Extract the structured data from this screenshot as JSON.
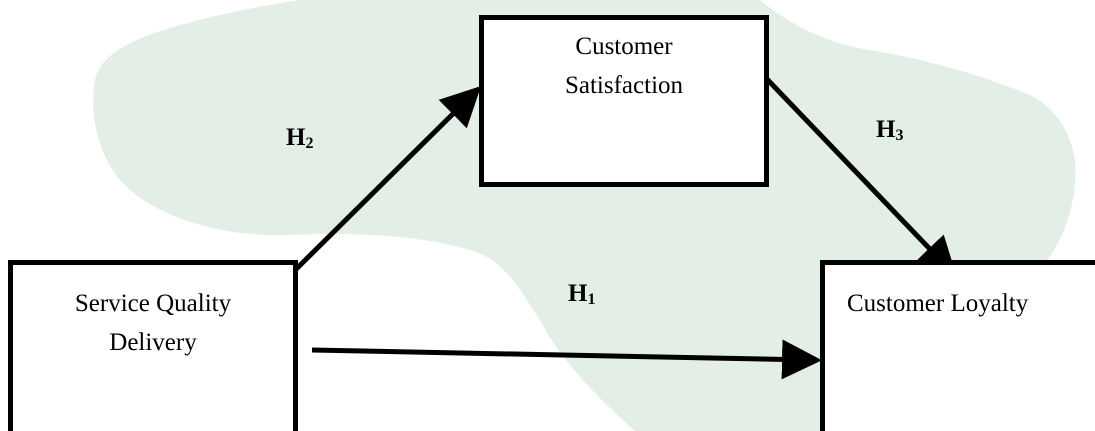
{
  "colors": {
    "background": "#ffffff",
    "map_shape": "#d3e5d8",
    "stroke": "#000000"
  },
  "nodes": {
    "customer_satisfaction": {
      "line1": "Customer",
      "line2": "Satisfaction"
    },
    "service_quality_delivery": {
      "line1": "Service Quality",
      "line2": "Delivery"
    },
    "customer_loyalty": {
      "label": "Customer Loyalty"
    }
  },
  "hypotheses": {
    "h1": {
      "letter": "H",
      "number": "1"
    },
    "h2": {
      "letter": "H",
      "number": "2"
    },
    "h3": {
      "letter": "H",
      "number": "3"
    }
  },
  "edges": [
    {
      "from": "service_quality_delivery",
      "to": "customer_loyalty",
      "label": "H1"
    },
    {
      "from": "service_quality_delivery",
      "to": "customer_satisfaction",
      "label": "H2"
    },
    {
      "from": "customer_satisfaction",
      "to": "customer_loyalty",
      "label": "H3"
    }
  ]
}
